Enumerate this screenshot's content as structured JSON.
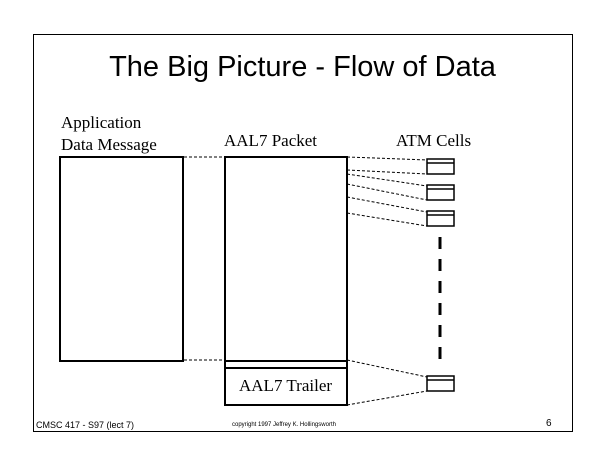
{
  "slide": {
    "title": "The Big Picture - Flow of Data",
    "application_label_line1": "Application",
    "application_label_line2": "Data Message",
    "aal7_packet_label": "AAL7 Packet",
    "atm_cells_label": "ATM Cells",
    "aal7_trailer_label": "AAL7 Trailer"
  },
  "footer": {
    "course": "CMSC 417 - S97  (lect 7)",
    "copyright": "copyright 1997  Jeffrey K. Hollingsworth",
    "page_number": "6"
  },
  "colors": {
    "background": "#ffffff",
    "ink": "#000000"
  }
}
